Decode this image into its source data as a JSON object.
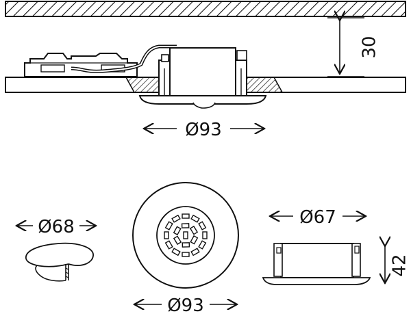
{
  "dimensions": {
    "mount_height": "30",
    "outer_diameter_side": "Ø93",
    "outer_diameter_front": "Ø93",
    "cutout_diameter": "Ø68",
    "housing_diameter": "Ø67",
    "housing_height": "42"
  },
  "colors": {
    "line": "#111111",
    "hatch": "#444444",
    "fill": "#ffffff"
  },
  "icons": {
    "led_module": "led-array-icon",
    "spring_clip": "spring-clip-icon"
  }
}
